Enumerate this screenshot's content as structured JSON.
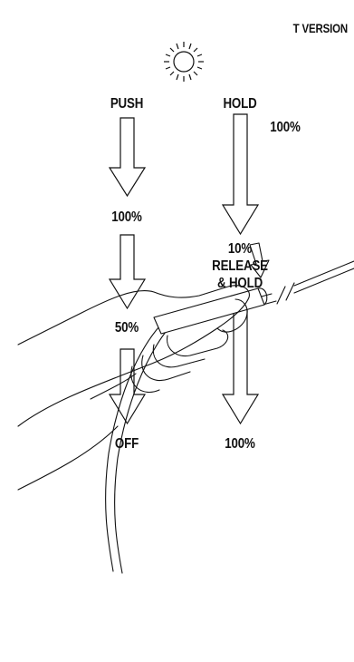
{
  "version_label": "T VERSION",
  "left_column": {
    "header": "PUSH",
    "steps": [
      "100%",
      "50%",
      "OFF"
    ]
  },
  "right_column": {
    "header": "HOLD",
    "header_value": "100%",
    "middle_lines": [
      "10%",
      "RELEASE",
      "& HOLD"
    ],
    "final_value": "100%"
  },
  "icons": {
    "top": "light-bulb-rays-icon",
    "arrows": "outline-down-arrow-icon",
    "hand": "hand-pressing-switch-icon"
  },
  "colors": {
    "ink": "#111111",
    "background": "#ffffff"
  }
}
